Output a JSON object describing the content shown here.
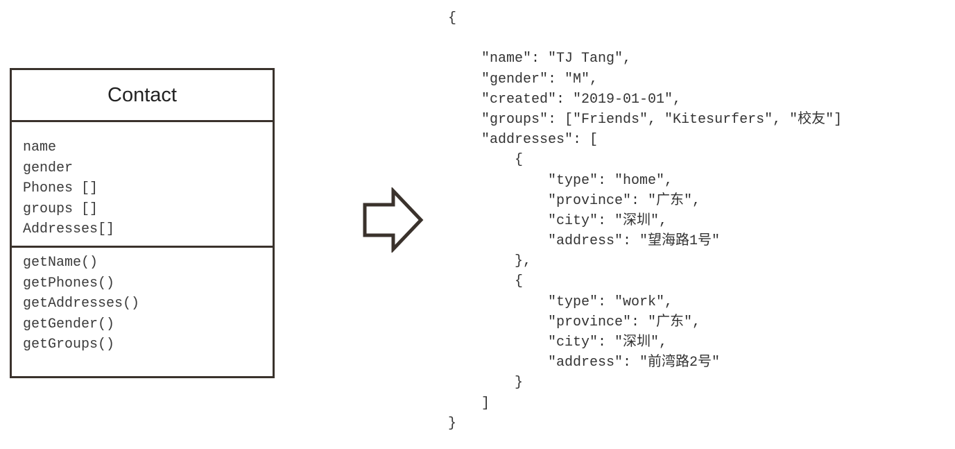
{
  "uml": {
    "title": "Contact",
    "attributes": [
      "name",
      "gender",
      "Phones []",
      "groups []",
      "Addresses[]"
    ],
    "methods": [
      "getName()",
      "getPhones()",
      "getAddresses()",
      "getGender()",
      "getGroups()"
    ]
  },
  "arrow": {
    "icon": "right-arrow-outline-icon",
    "stroke_color": "#3a322c"
  },
  "json_lines": [
    "{",
    "",
    "    \"name\": \"TJ Tang\",",
    "    \"gender\": \"M\",",
    "    \"created\": \"2019-01-01\",",
    "    \"groups\": [\"Friends\", \"Kitesurfers\", \"校友\"]",
    "    \"addresses\": [",
    "        {",
    "            \"type\": \"home\",",
    "            \"province\": \"广东\",",
    "            \"city\": \"深圳\",",
    "            \"address\": \"望海路1号\"",
    "        },",
    "        {",
    "            \"type\": \"work\",",
    "            \"province\": \"广东\",",
    "            \"city\": \"深圳\",",
    "            \"address\": \"前湾路2号\"",
    "        }",
    "    ]",
    "}"
  ]
}
